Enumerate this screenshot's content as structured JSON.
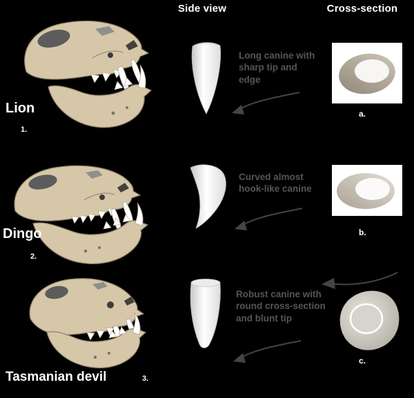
{
  "headers": {
    "side_view": "Side view",
    "cross_section": "Cross-section"
  },
  "rows": [
    {
      "animal": "Lion",
      "number": "1.",
      "description": "Long canine with sharp tip and edge",
      "section_label": "a."
    },
    {
      "animal": "Dingo",
      "number": "2.",
      "description": "Curved almost hook-like canine",
      "section_label": "b."
    },
    {
      "animal": "Tasmanian devil",
      "number": "3.",
      "description": "Robust canine with round cross-section and blunt tip",
      "section_label": "c."
    }
  ],
  "icons": {
    "arrow": "curved-arrow-icon"
  },
  "colors": {
    "background": "#000000",
    "skull_fill": "#d6c7a8",
    "skull_outline": "#8a7e64",
    "skull_dark_patch": "#5c5c5c",
    "label_text": "#ffffff",
    "description_text": "#555555",
    "tooth_fill": "#ffffff",
    "cross_section_box_bg": "#ffffff",
    "arrow": "#454545"
  }
}
